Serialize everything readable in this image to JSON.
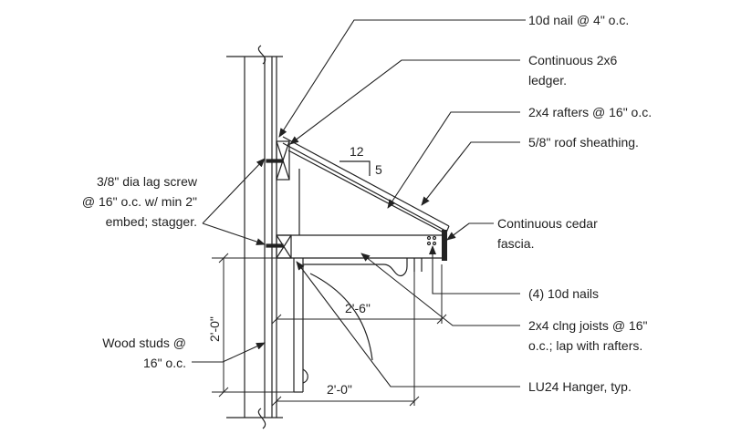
{
  "callouts": {
    "nail": "10d nail @ 4\" o.c.",
    "ledger_l1": "Continuous 2x6",
    "ledger_l2": "ledger.",
    "rafters": "2x4 rafters @ 16\" o.c.",
    "sheathing": "5/8\" roof sheathing.",
    "fascia_l1": "Continuous cedar",
    "fascia_l2": "fascia.",
    "nails4": "(4) 10d nails",
    "joists_l1": "2x4 clng joists @ 16\"",
    "joists_l2": "o.c.; lap with rafters.",
    "hanger": "LU24 Hanger, typ.",
    "lag_l1": "3/8\" dia lag screw",
    "lag_l2": "@ 16\" o.c. w/ min 2\"",
    "lag_l3": "embed; stagger.",
    "studs_l1": "Wood studs @",
    "studs_l2": "16\" o.c."
  },
  "slope": {
    "rise": "5",
    "run": "12"
  },
  "dimensions": {
    "vertical": "2'-0\"",
    "overhang": "2'-6\"",
    "bracket": "2'-0\""
  }
}
